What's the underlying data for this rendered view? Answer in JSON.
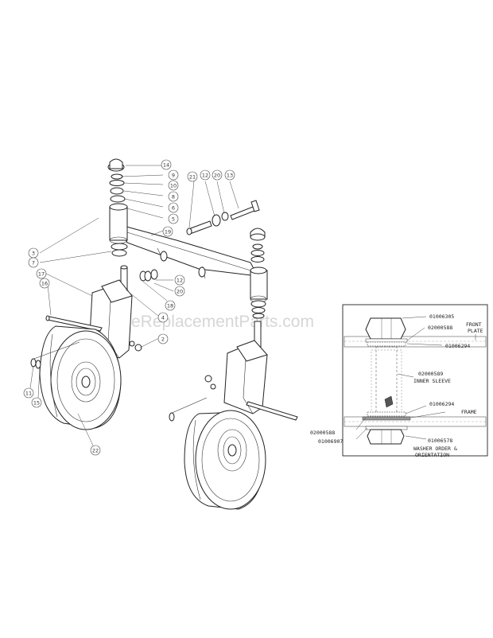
{
  "watermark": "eReplacementParts.com",
  "callouts": [
    {
      "id": "14",
      "label": "14"
    },
    {
      "id": "9a",
      "label": "9"
    },
    {
      "id": "10",
      "label": "10"
    },
    {
      "id": "8",
      "label": "8"
    },
    {
      "id": "6",
      "label": "6"
    },
    {
      "id": "5",
      "label": "5"
    },
    {
      "id": "19a",
      "label": "19"
    },
    {
      "id": "21",
      "label": "21"
    },
    {
      "id": "12a",
      "label": "12"
    },
    {
      "id": "20a",
      "label": "20"
    },
    {
      "id": "13",
      "label": "13"
    },
    {
      "id": "3",
      "label": "3"
    },
    {
      "id": "7",
      "label": "7"
    },
    {
      "id": "17",
      "label": "17"
    },
    {
      "id": "16",
      "label": "16"
    },
    {
      "id": "12b",
      "label": "12"
    },
    {
      "id": "20b",
      "label": "20"
    },
    {
      "id": "18",
      "label": "18"
    },
    {
      "id": "4",
      "label": "4"
    },
    {
      "id": "2",
      "label": "2"
    },
    {
      "id": "11",
      "label": "11"
    },
    {
      "id": "15",
      "label": "15"
    },
    {
      "id": "22",
      "label": "22"
    }
  ],
  "detail": {
    "labels": {
      "top_bolt": "01006305",
      "top_washer": "02000588",
      "front_plate_1": "FRONT",
      "front_plate_2": "PLATE",
      "upper_bearing": "01006294",
      "inner_sleeve_part": "02000589",
      "inner_sleeve_name": "INNER SLEEVE",
      "lower_bearing": "01006294",
      "frame": "FRAME",
      "left_washer": "02000588",
      "left_nut": "01006907",
      "bottom_nut": "01006578",
      "note_1": "WASHER ORDER &",
      "note_2": "ORIENTATION"
    }
  }
}
